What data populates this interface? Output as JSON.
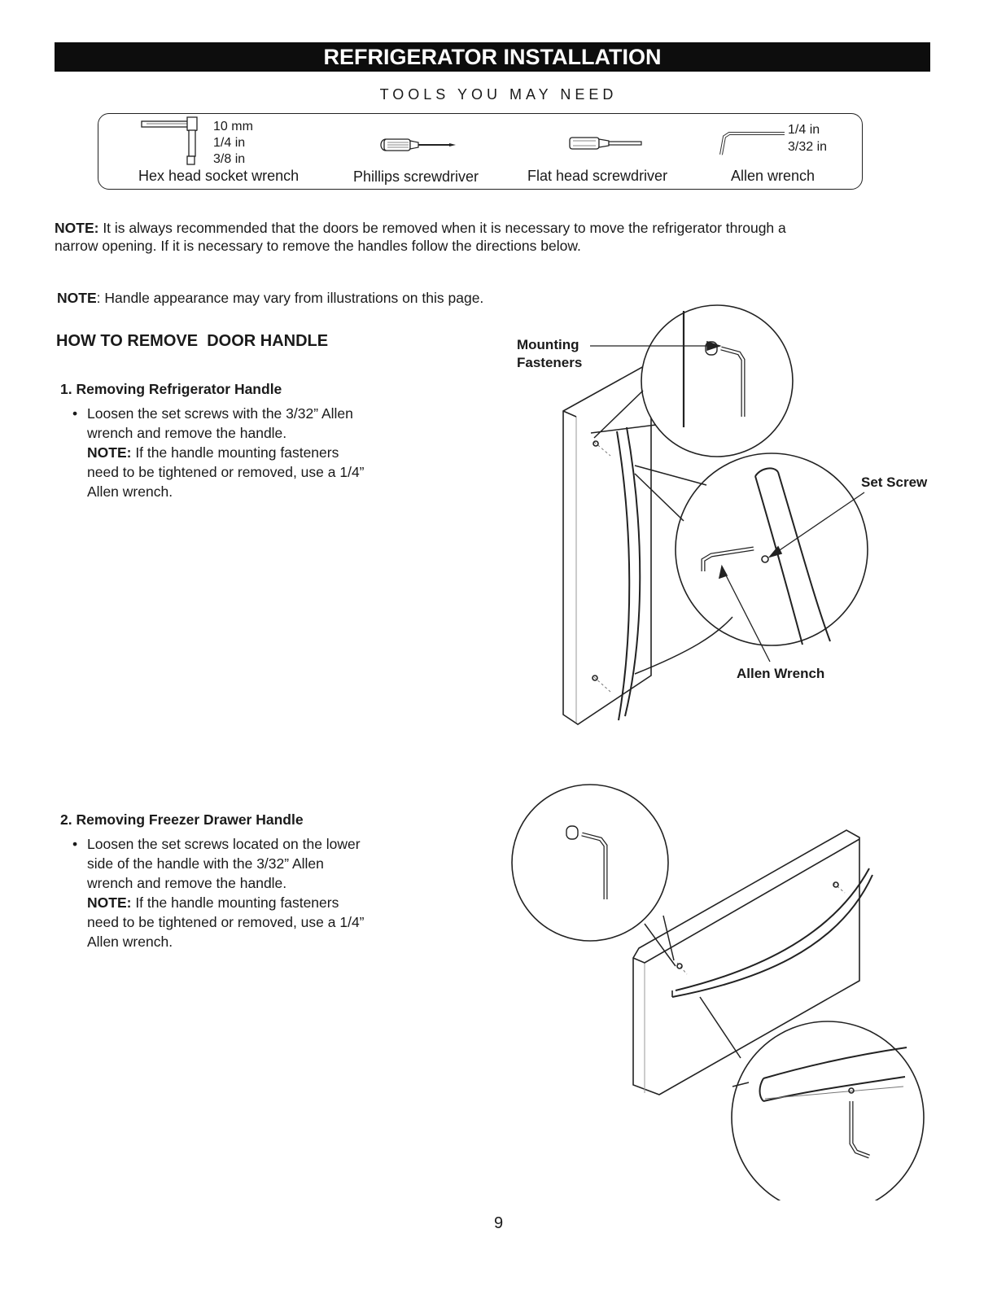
{
  "header": {
    "title": "REFRIGERATOR INSTALLATION"
  },
  "tools": {
    "heading": "TOOLS YOU MAY NEED",
    "items": [
      {
        "name": "Hex head socket wrench",
        "sizes": [
          "10 mm",
          "1/4 in",
          "3/8 in"
        ],
        "icon": "hex-socket-wrench-icon"
      },
      {
        "name": "Phillips screwdriver",
        "sizes": [],
        "icon": "phillips-screwdriver-icon"
      },
      {
        "name": "Flat head screwdriver",
        "sizes": [],
        "icon": "flat-head-screwdriver-icon"
      },
      {
        "name": "Allen wrench",
        "sizes": [
          "1/4 in",
          "3/32 in"
        ],
        "icon": "allen-wrench-icon"
      }
    ]
  },
  "notes": {
    "doors": {
      "label": "NOTE:",
      "line1": " It is always recommended that the doors be removed when it is necessary to move the refrigerator through a",
      "line2": "narrow opening. If it is necessary to remove the handles follow the directions below."
    },
    "appearance": {
      "label": "NOTE",
      "text": ": Handle appearance may vary from illustrations on this page."
    }
  },
  "section": {
    "title": "HOW TO REMOVE  DOOR HANDLE"
  },
  "steps": [
    {
      "title": "1. Removing Refrigerator Handle",
      "lines": [
        "Loosen the set screws with the 3/32” Allen",
        "wrench and remove the handle."
      ],
      "note_label": "NOTE:",
      "note_lines": [
        " If the handle mounting fasteners",
        "need to be tightened or removed, use a 1/4”",
        "Allen wrench."
      ]
    },
    {
      "title": "2. Removing Freezer Drawer Handle",
      "lines": [
        "Loosen the set screws located on the lower",
        "side of the handle with the 3/32” Allen",
        "wrench and remove the handle."
      ],
      "note_label": "NOTE:",
      "note_lines": [
        " If the handle mounting fasteners",
        "need to be tightened or removed, use a 1/4”",
        "Allen wrench."
      ]
    }
  ],
  "diagram1": {
    "callouts": {
      "mounting_line1": "Mounting",
      "mounting_line2": "Fasteners",
      "set_screw": "Set Screw",
      "allen_wrench": "Allen Wrench"
    }
  },
  "footer": {
    "page_number": "9"
  }
}
